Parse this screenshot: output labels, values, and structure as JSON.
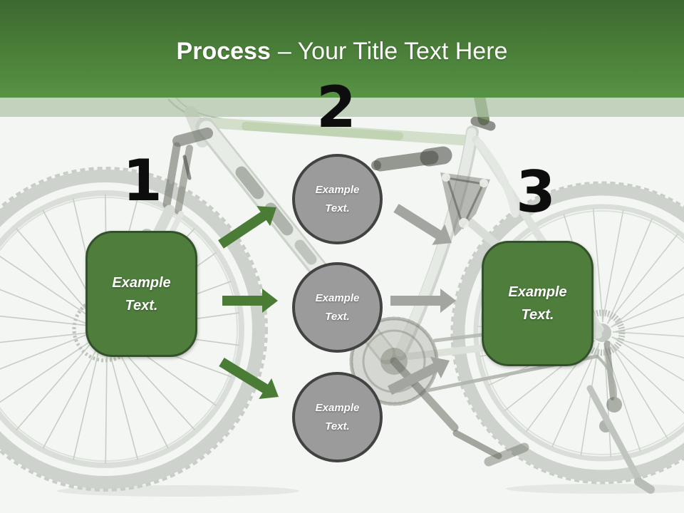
{
  "slide_title": {
    "bold": "Process",
    "rest": "– Your Title Text Here"
  },
  "steps": {
    "numbers": [
      "1",
      "2",
      "3"
    ],
    "left_box": {
      "line1": "Example",
      "line2": "Text."
    },
    "circles": [
      {
        "line1": "Example",
        "line2": "Text."
      },
      {
        "line1": "Example",
        "line2": "Text."
      },
      {
        "line1": "Example",
        "line2": "Text."
      }
    ],
    "right_box": {
      "line1": "Example",
      "line2": "Text."
    }
  },
  "background_image_icon": "faded-mountain-bike-photo",
  "colors": {
    "header_top": "#3d6930",
    "header_bottom": "#579345",
    "accent_band": "#b0c3a8",
    "bg": "#f3f6f2",
    "box_fill": "#4e7d3c",
    "box_border": "#33512b",
    "circle_fill": "#9b9b9b",
    "circle_border": "#424242",
    "arrow_green": "#4a7c35",
    "arrow_gray": "#a2a5a0",
    "number_color": "#0d0d0d",
    "title_color": "#ffffff",
    "shape_text": "#ffffff"
  }
}
